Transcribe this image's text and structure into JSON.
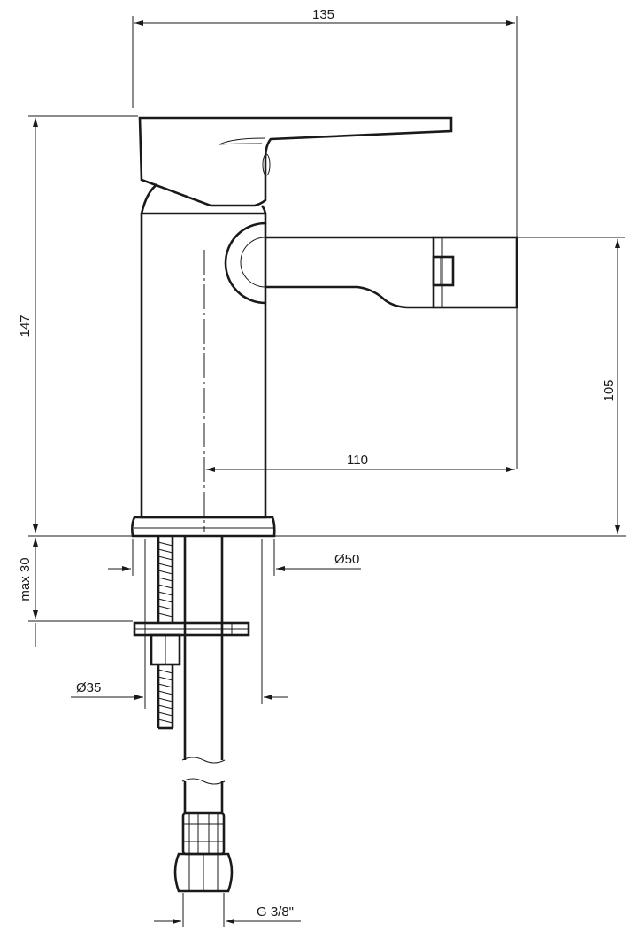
{
  "dimensions": {
    "width_total": "135",
    "height_total": "147",
    "spout_height": "105",
    "spout_reach": "110",
    "base_diameter": "Ø50",
    "max_thickness": "max 30",
    "hole_diameter": "Ø35",
    "thread": "G 3/8\""
  },
  "colors": {
    "line": "#1a1a1a",
    "background": "#ffffff"
  }
}
